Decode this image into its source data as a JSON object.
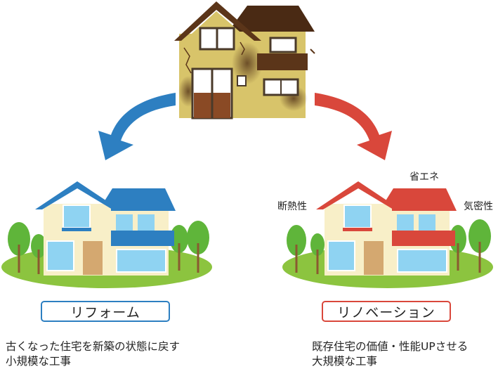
{
  "reform": {
    "label": "リフォーム",
    "description_line1": "古くなった住宅を新築の状態に戻す",
    "description_line2": "小規模な工事"
  },
  "renovation": {
    "label": "リノベーション",
    "description_line1": "既存住宅の価値・性能UPさせる",
    "description_line2": "大規模な工事",
    "tags": {
      "energy": "省エネ",
      "insulation": "断熱性",
      "airtight": "気密性"
    }
  },
  "colors": {
    "reform_blue": "#2d7fc1",
    "renovation_red": "#d9473b",
    "old_house_wall": "#d8c46a",
    "new_house_wall": "#f8efc8",
    "grass": "#8cc43f",
    "tree": "#5fb53a"
  }
}
